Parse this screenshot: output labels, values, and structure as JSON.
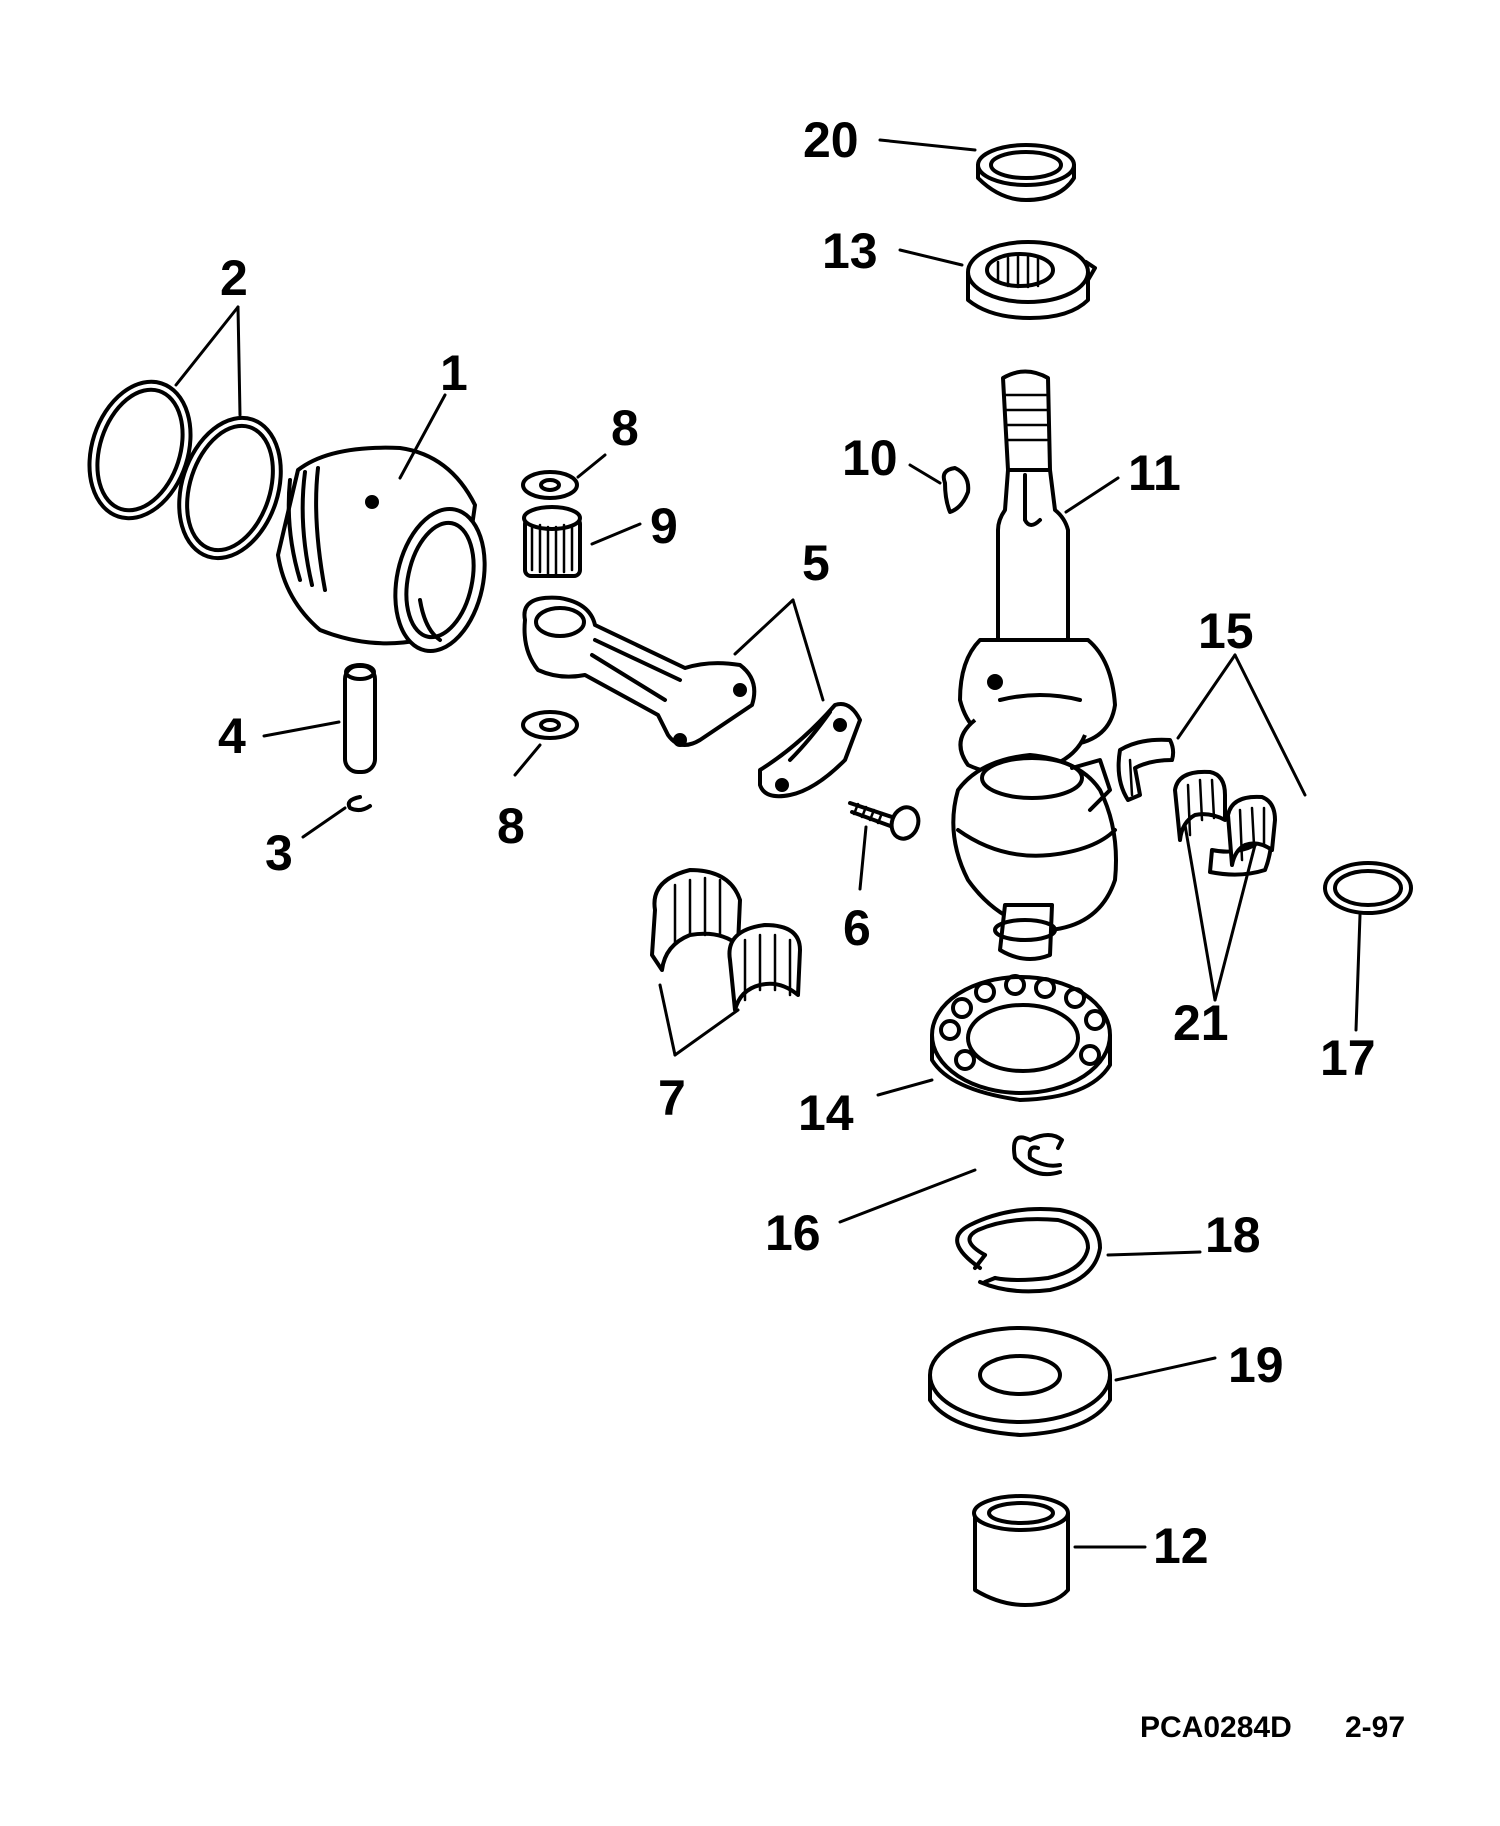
{
  "footer": {
    "code": "PCA0284D",
    "date": "2-97"
  },
  "callouts": [
    "1",
    "2",
    "3",
    "4",
    "5",
    "6",
    "7",
    "8",
    "8",
    "9",
    "10",
    "11",
    "12",
    "13",
    "14",
    "15",
    "16",
    "17",
    "18",
    "19",
    "20",
    "21"
  ]
}
